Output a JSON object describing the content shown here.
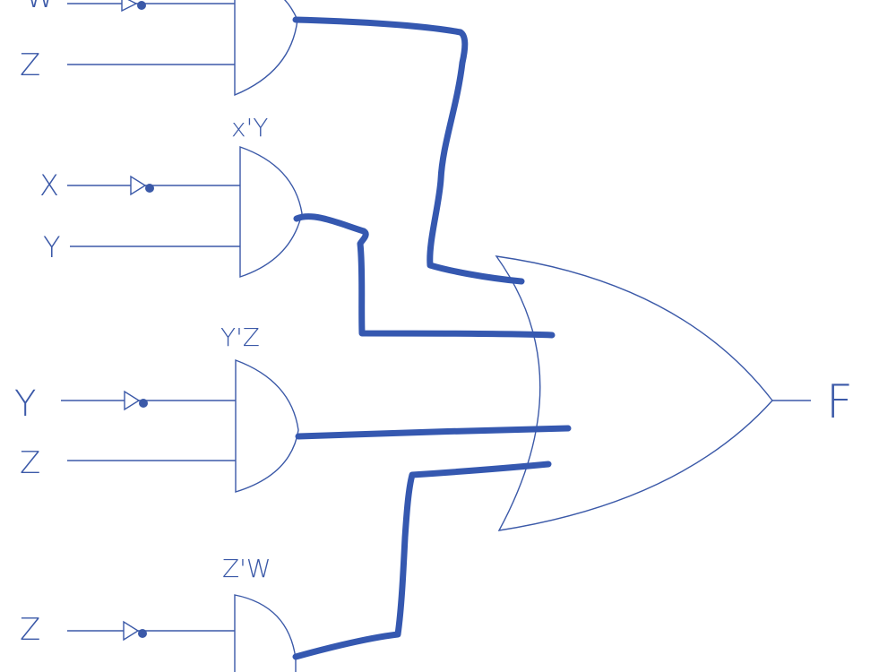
{
  "diagram": {
    "colors": {
      "ink": "#3b59a8",
      "bold_wire": "#3558b0",
      "background": "#ffffff"
    },
    "gate1": {
      "input_top": "W",
      "input_bottom": "Z"
    },
    "gate2": {
      "term": "x'Y",
      "input_top": "X",
      "input_bottom": "Y"
    },
    "gate3": {
      "term": "Y'Z",
      "input_top": "Y",
      "input_bottom": "Z"
    },
    "gate4": {
      "term": "Z'W",
      "input_top": "Z"
    },
    "output": {
      "label": "F"
    }
  }
}
